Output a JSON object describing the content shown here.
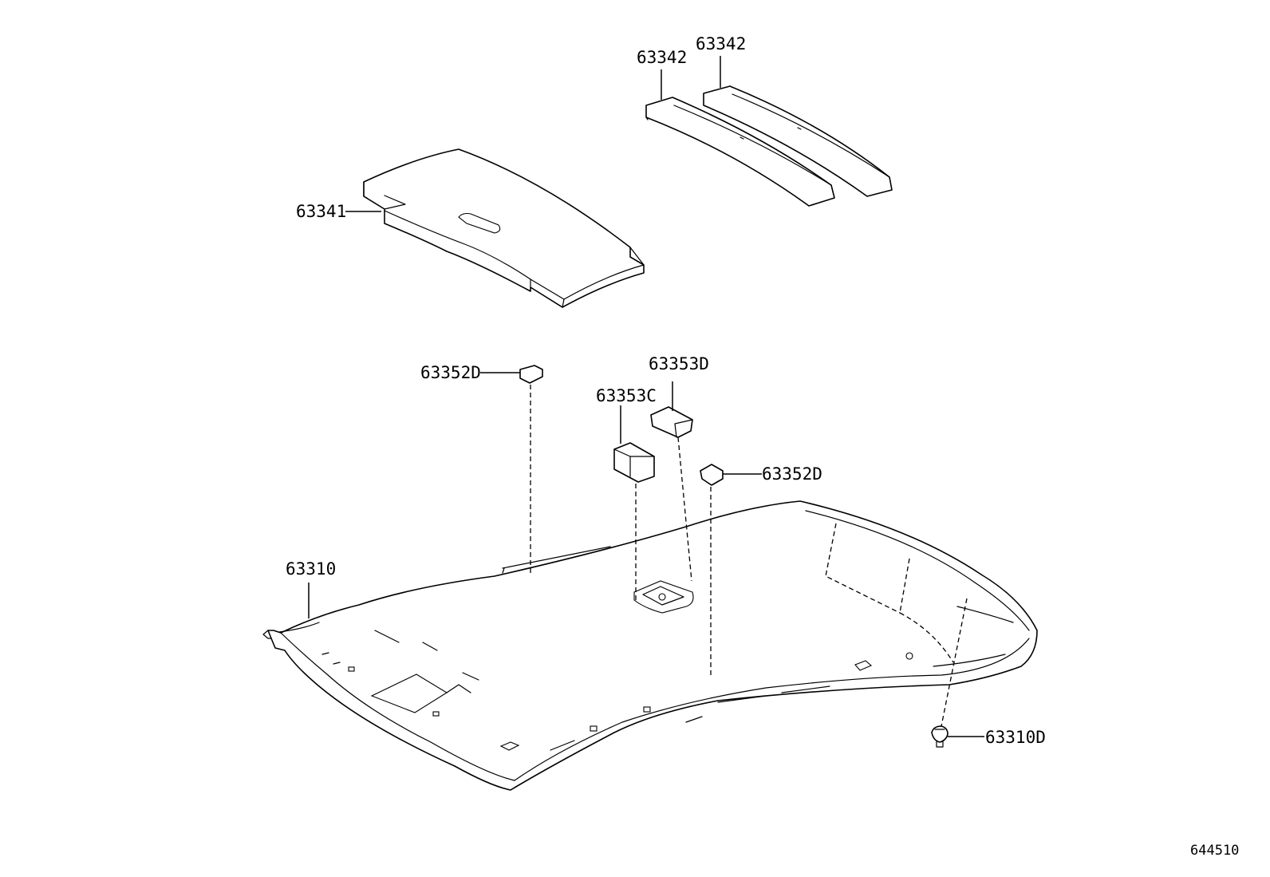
{
  "parts": {
    "pad_63342_left": "63342",
    "pad_63342_right": "63342",
    "pad_63341": "63341",
    "pad_63352d_left": "63352D",
    "pad_63353d": "63353D",
    "pad_63353c": "63353C",
    "pad_63352d_right": "63352D",
    "headlining_63310": "63310",
    "clip_63310d": "63310D"
  },
  "figure_number": "644510",
  "colors": {
    "line": "#000000",
    "background": "#ffffff"
  }
}
